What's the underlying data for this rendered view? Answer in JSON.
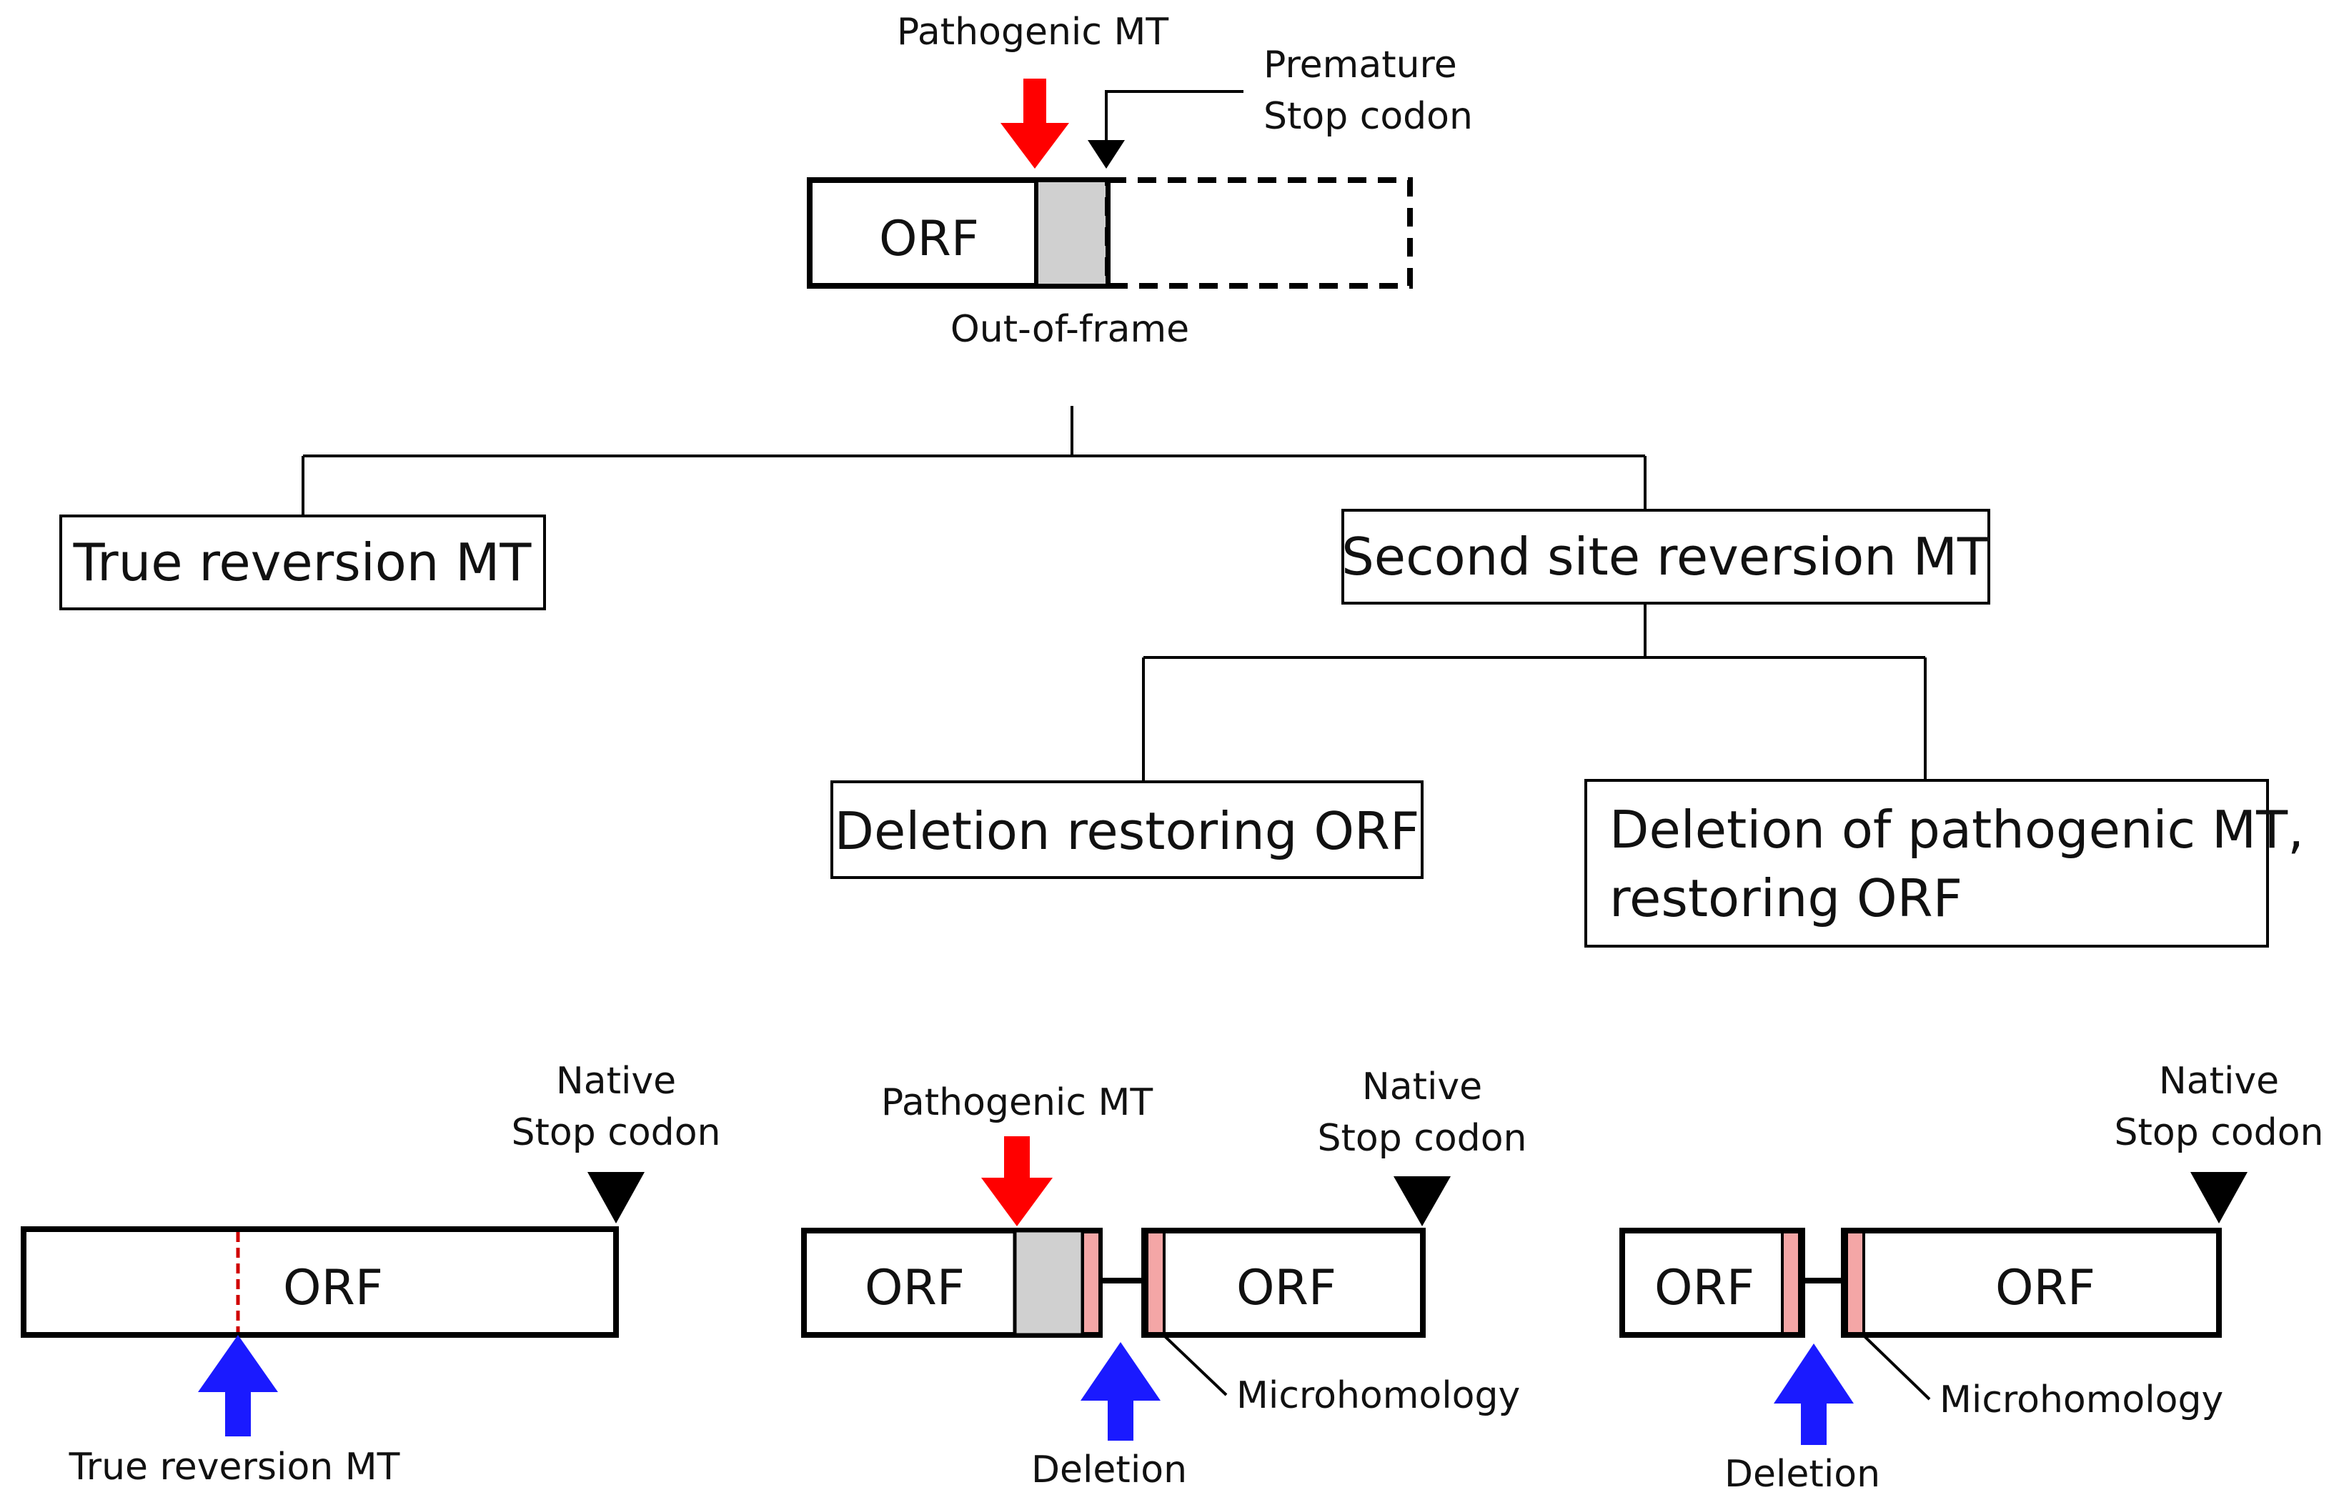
{
  "colors": {
    "pathogenic_arrow": "#ff0000",
    "reversion_arrow": "#1a1aff",
    "out_of_frame_fill": "#d0d0d0",
    "microhomology_fill": "#f4a6a6",
    "true_reversion_line": "#d00000",
    "stroke": "#000000"
  },
  "top": {
    "pathogenic_label": "Pathogenic MT",
    "premature_stop_label_1": "Premature",
    "premature_stop_label_2": "Stop codon",
    "orf_label": "ORF",
    "out_of_frame_label": "Out-of-frame"
  },
  "tree": {
    "true_reversion": "True reversion MT",
    "second_site": "Second site reversion MT",
    "deletion_restoring": "Deletion restoring ORF",
    "deletion_pathogenic_1": "Deletion of pathogenic MT,",
    "deletion_pathogenic_2": "restoring ORF"
  },
  "bottom": {
    "left": {
      "native_stop_1": "Native",
      "native_stop_2": "Stop codon",
      "orf_label": "ORF",
      "arrow_label": "True reversion MT"
    },
    "middle": {
      "pathogenic_label": "Pathogenic MT",
      "native_stop_1": "Native",
      "native_stop_2": "Stop codon",
      "orf_label_left": "ORF",
      "orf_label_right": "ORF",
      "microhomology_label": "Microhomology",
      "arrow_label": "Deletion"
    },
    "right": {
      "native_stop_1": "Native",
      "native_stop_2": "Stop codon",
      "orf_label_left": "ORF",
      "orf_label_right": "ORF",
      "microhomology_label": "Microhomology",
      "arrow_label": "Deletion"
    }
  }
}
